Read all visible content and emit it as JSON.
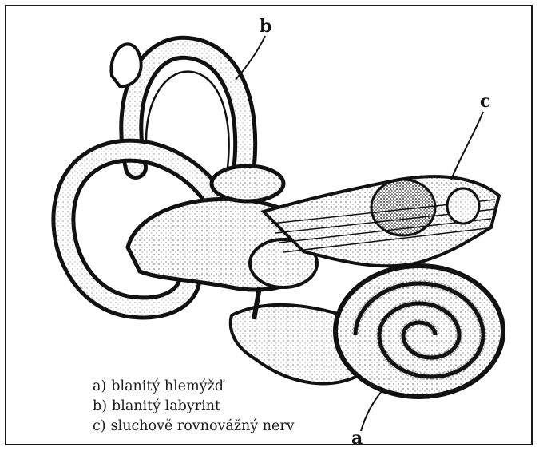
{
  "callouts": {
    "a": "a",
    "b": "b",
    "c": "c"
  },
  "legend": [
    {
      "key": "a)",
      "text": "blanitý hlemýžď"
    },
    {
      "key": "b)",
      "text": "blanitý labyrint"
    },
    {
      "key": "c)",
      "text": "sluchově rovnovážný nerv"
    }
  ]
}
